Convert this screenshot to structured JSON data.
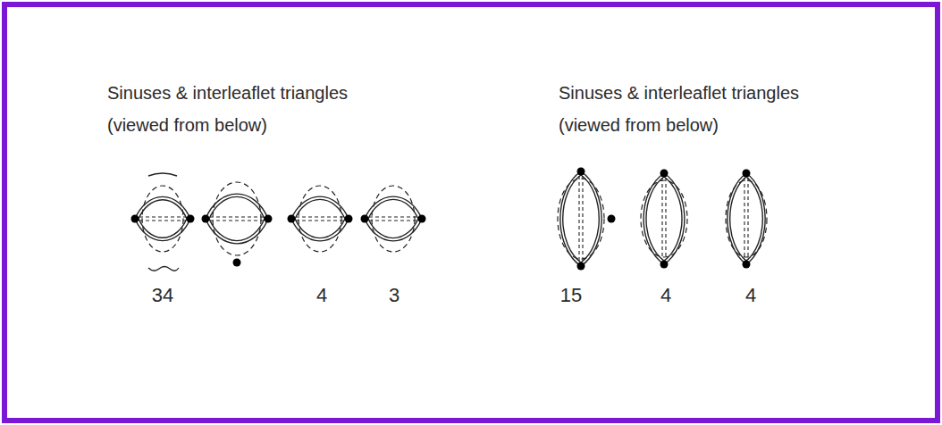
{
  "diagram": {
    "labels": [
      "Sinuses & interleaflet triangles",
      "(viewed from below)",
      "34",
      "4",
      "3",
      "Sinuses & interleaflet triangles",
      "(viewed from below)",
      "15",
      "4",
      "4"
    ]
  }
}
